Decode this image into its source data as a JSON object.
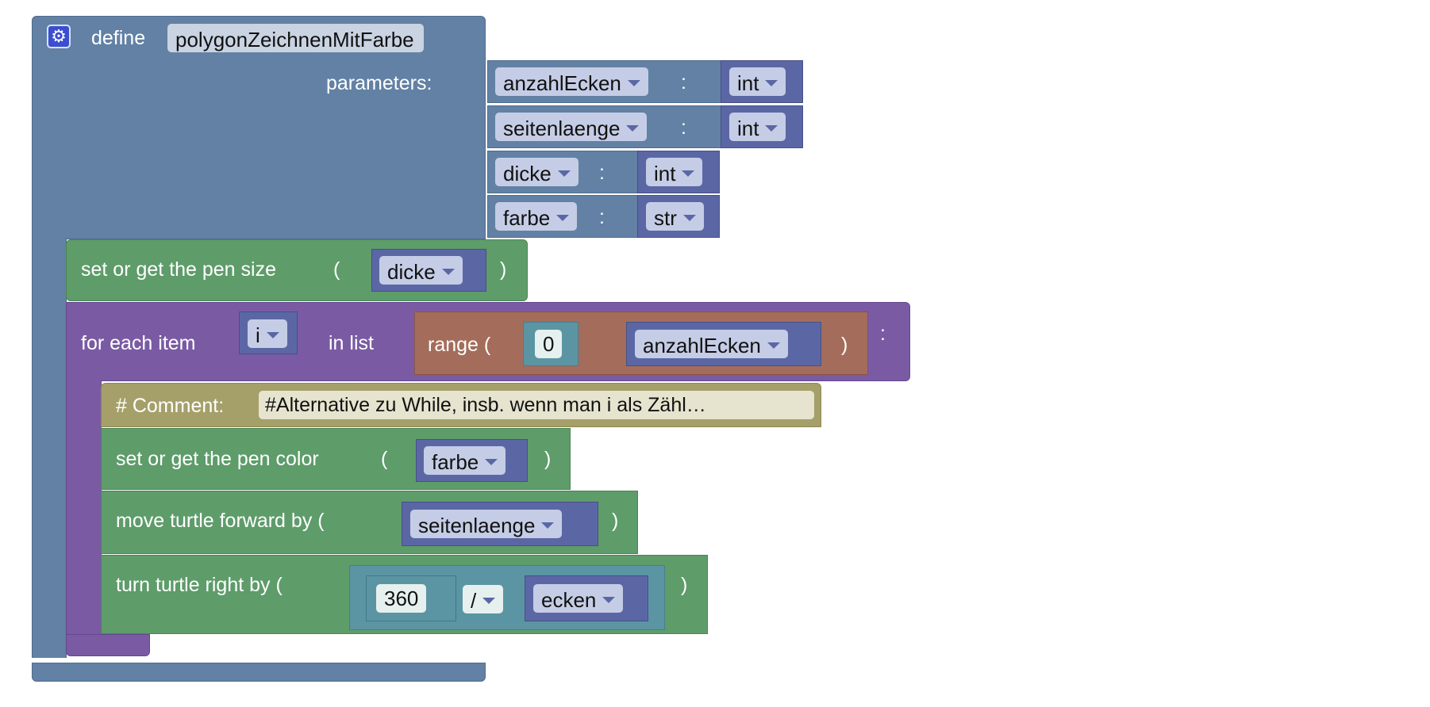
{
  "define": {
    "keyword": "define",
    "name": "polygonZeichnenMitFarbe",
    "params_label": "parameters:",
    "colon": ":",
    "params": [
      {
        "name": "anzahlEcken",
        "type": "int"
      },
      {
        "name": "seitenlaenge",
        "type": "int"
      },
      {
        "name": "dicke",
        "type": "int"
      },
      {
        "name": "farbe",
        "type": "str"
      }
    ]
  },
  "pen_size": {
    "label": "set or get the pen size",
    "open": "(",
    "close": ")",
    "arg": "dicke"
  },
  "for_loop": {
    "label": "for each item",
    "var": "i",
    "in_list": "in list",
    "colon": ":",
    "range_label": "range (",
    "range_start": "0",
    "range_end": "anzahlEcken",
    "range_close": ")"
  },
  "comment": {
    "label": "# Comment:",
    "text": "#Alternative zu While, insb. wenn man i als Zähl…"
  },
  "pen_color": {
    "label": "set or get the pen color",
    "open": "(",
    "close": ")",
    "arg": "farbe"
  },
  "forward": {
    "label": "move turtle forward by (",
    "close": ")",
    "arg": "seitenlaenge"
  },
  "right": {
    "label": "turn turtle right by (",
    "close": ")",
    "num": "360",
    "op": "/",
    "arg": "ecken"
  },
  "icons": {
    "gear": "gear-icon"
  },
  "colors": {
    "procedure": "#6281a4",
    "variable": "#5b67a5",
    "turtle": "#5e9c6a",
    "loop": "#7a5ba3",
    "range": "#a46d5b",
    "math": "#5b95a3",
    "comment": "#a5a06a"
  }
}
